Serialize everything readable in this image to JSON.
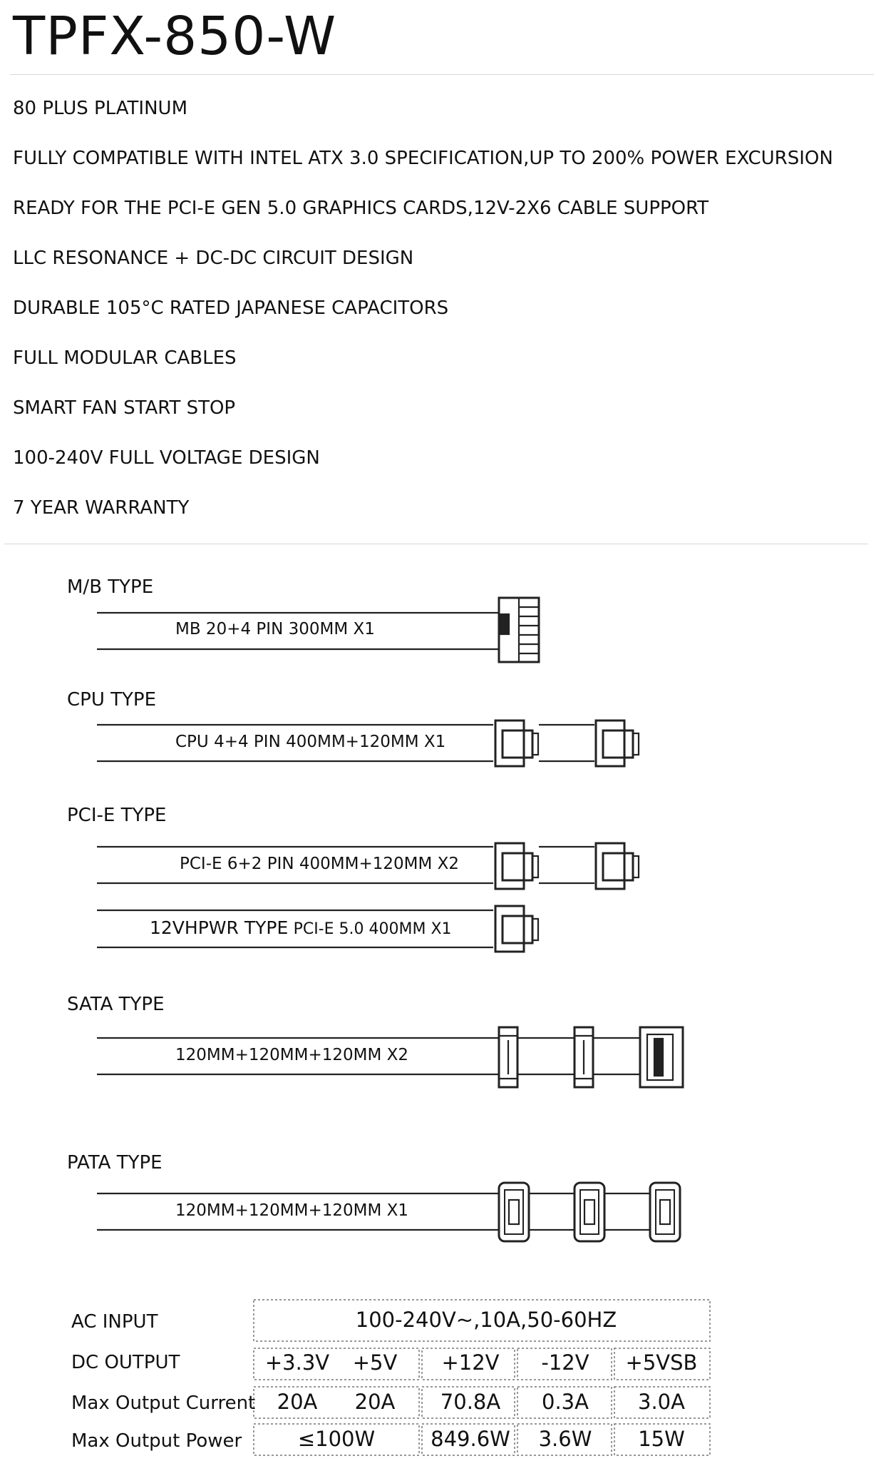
{
  "title": "TPFX-850-W",
  "features": [
    "80 PLUS PLATINUM",
    "FULLY COMPATIBLE WITH INTEL ATX 3.0 SPECIFICATION,UP TO 200% POWER EXCURSION",
    "READY FOR THE PCI-E GEN 5.0 GRAPHICS CARDS,12V-2X6 CABLE SUPPORT",
    "LLC RESONANCE + DC-DC CIRCUIT DESIGN",
    "DURABLE 105°C RATED JAPANESE CAPACITORS",
    "FULL MODULAR CABLES",
    "SMART FAN START STOP",
    "100-240V FULL VOLTAGE DESIGN",
    "7 YEAR WARRANTY"
  ],
  "cables": {
    "mb": {
      "type": "M/B TYPE",
      "label": "MB 20+4 PIN 300MM  X1"
    },
    "cpu": {
      "type": "CPU TYPE",
      "label": "CPU 4+4 PIN 400MM+120MM  X1"
    },
    "pcie": {
      "type": "PCI-E TYPE",
      "label": "PCI-E 6+2 PIN 400MM+120MM  X2"
    },
    "hpwr": {
      "prefix": "12VHPWR TYPE",
      "label": "PCI-E 5.0 400MM X1"
    },
    "sata": {
      "type": "SATA TYPE",
      "label": "120MM+120MM+120MM  X2"
    },
    "pata": {
      "type": "PATA TYPE",
      "label": "120MM+120MM+120MM X1"
    }
  },
  "spec": {
    "rows": [
      "AC INPUT",
      "DC OUTPUT",
      "Max Output Current",
      "Max Output Power"
    ],
    "ac_input": "100-240V~,10A,50-60HZ",
    "rails": [
      "+3.3V",
      "+5V",
      "+12V",
      "-12V",
      "+5VSB"
    ],
    "currents": [
      "20A",
      "20A",
      "70.8A",
      "0.3A",
      "3.0A"
    ],
    "power_combined": "≤100W",
    "powers": [
      "849.6W",
      "3.6W",
      "15W"
    ]
  }
}
